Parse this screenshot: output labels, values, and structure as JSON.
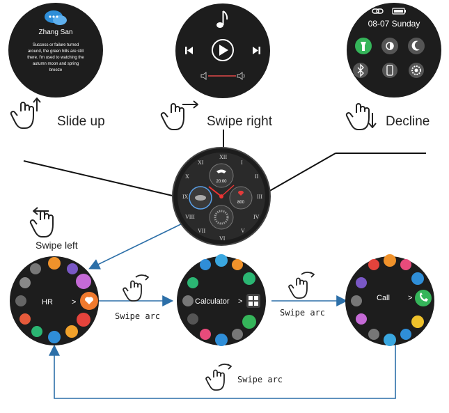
{
  "gestures": {
    "slide_up": "Slide up",
    "swipe_right": "Swipe right",
    "decline": "Decline",
    "swipe_left": "Swipe left",
    "swipe_arc_1": "Swipe arc",
    "swipe_arc_2": "Swipe arc",
    "swipe_arc_3": "Swipe arc"
  },
  "message_screen": {
    "sender": "Zhang San",
    "body_lines": [
      "Success or failure turned",
      "around, the green hills are still",
      "there. I'm used to watching the",
      "autumn moon and spring",
      "breeze"
    ]
  },
  "status_screen": {
    "date": "08-07 Sunday"
  },
  "watch_face": {
    "digits": "20:00",
    "step_value": "800"
  },
  "menus": {
    "hr_label": "HR",
    "calculator_label": "Calculator",
    "call_label": "Call",
    "chevron": ">"
  },
  "colors": {
    "bezel": "#1d1d1d",
    "arrow_blue": "#2c6fa8",
    "line": "#111111"
  }
}
